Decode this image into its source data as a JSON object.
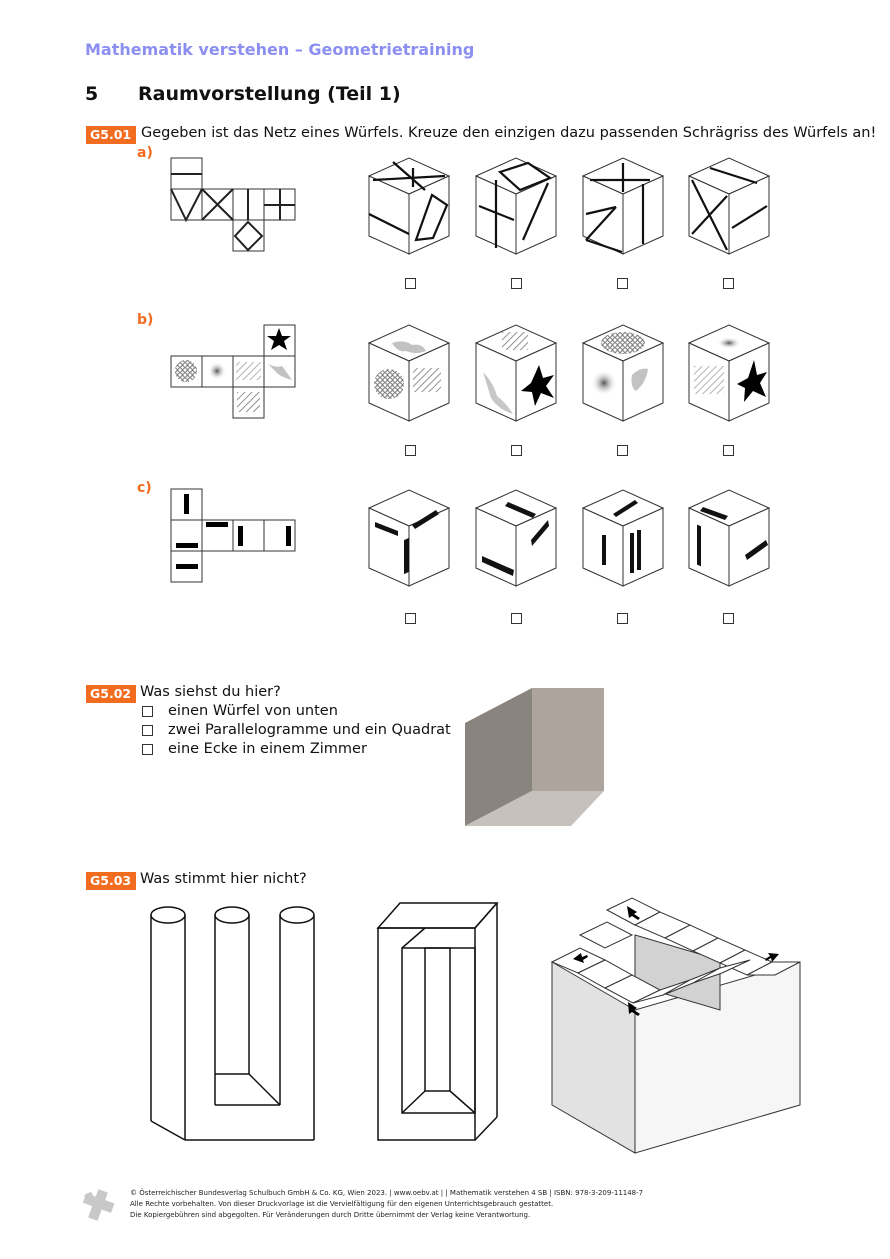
{
  "header": "Mathematik verstehen – Geometrietraining",
  "chapter": {
    "number": "5",
    "title": "Raumvorstellung (Teil 1)"
  },
  "g501": {
    "id": "G5.01",
    "text": "Gegeben ist das Netz eines Würfels. Kreuze den einzigen dazu passenden Schrägriss des Würfels an!",
    "parts": [
      {
        "label": "a)"
      },
      {
        "label": "b)"
      },
      {
        "label": "c)"
      }
    ]
  },
  "g502": {
    "id": "G5.02",
    "question": "Was siehst du hier?",
    "options": [
      "einen Würfel von unten",
      "zwei Parallelogramme und ein Quadrat",
      "eine Ecke in einem Zimmer"
    ],
    "colors": {
      "front": "#aca49d",
      "left": "#89847e",
      "bottom": "#c7c1bb"
    }
  },
  "g503": {
    "id": "G5.03",
    "question": "Was stimmt hier nicht?"
  },
  "accent_color": "#f26c1f",
  "header_color": "#8c8ff0",
  "footer": {
    "line1": "© Österreichischer Bundesverlag Schulbuch GmbH & Co. KG, Wien 2023. | www.oebv.at | | Mathematik verstehen 4 SB | ISBN: 978-3-209-11148-7",
    "line2": "Alle Rechte vorbehalten. Von dieser Druckvorlage ist die Vervielfältigung für den eigenen Unterrichtsgebrauch gestattet.",
    "line3": "Die Kopiergebühren sind abgegolten. Für Veränderungen durch Dritte übernimmt der Verlag keine Verantwortung."
  }
}
